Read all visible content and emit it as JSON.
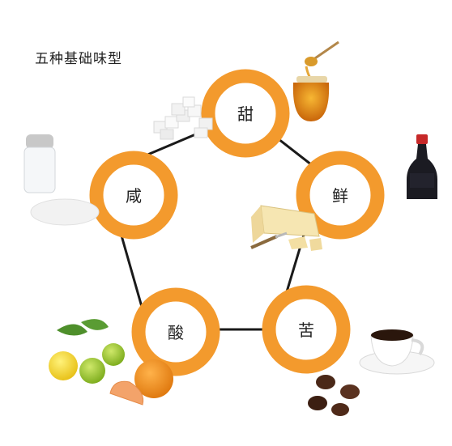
{
  "title": "五种基础味型",
  "accent_color": "#F39A2D",
  "line_color": "#1a1a1a",
  "nodes": [
    {
      "label": "甜",
      "food_icon": "sugar-cubes-and-honey-icon"
    },
    {
      "label": "鲜",
      "food_icon": "soy-sauce-and-cheese-icon"
    },
    {
      "label": "苦",
      "food_icon": "coffee-icon"
    },
    {
      "label": "酸",
      "food_icon": "citrus-fruits-icon"
    },
    {
      "label": "咸",
      "food_icon": "salt-icon"
    }
  ]
}
